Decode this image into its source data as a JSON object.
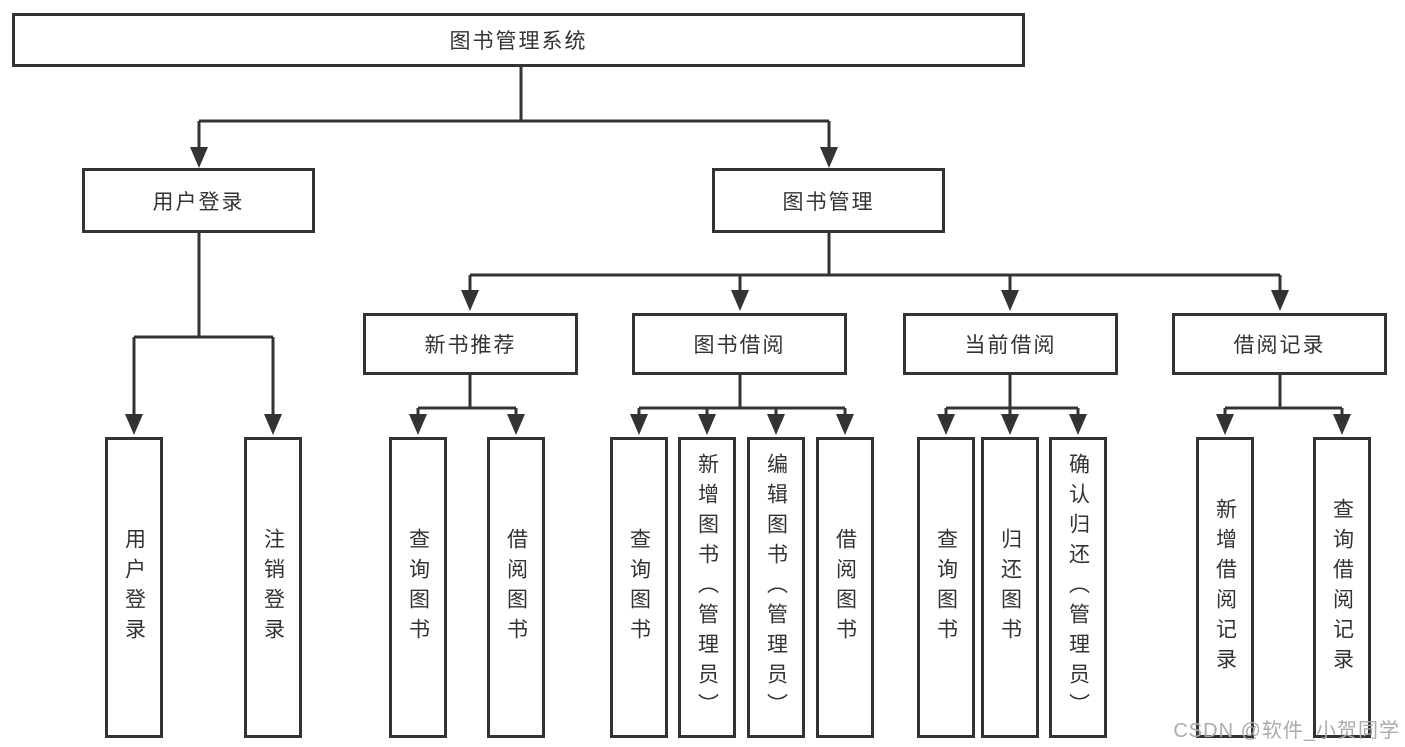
{
  "diagram_title": "图书管理系统",
  "watermark": "CSDN @软件_小贺同学",
  "colors": {
    "line": "#333333",
    "box_border": "#333333",
    "text": "#333333",
    "background": "#ffffff",
    "watermark": "#ababab"
  },
  "tree": {
    "root": {
      "label": "图书管理系统"
    },
    "level1": [
      {
        "label": "用户登录",
        "children": [
          {
            "label": "用户登录"
          },
          {
            "label": "注销登录"
          }
        ]
      },
      {
        "label": "图书管理",
        "groups": [
          {
            "label": "新书推荐",
            "children": [
              {
                "label": "查询图书"
              },
              {
                "label": "借阅图书"
              }
            ]
          },
          {
            "label": "图书借阅",
            "children": [
              {
                "label": "查询图书"
              },
              {
                "label": "新增图书（管理员）"
              },
              {
                "label": "编辑图书（管理员）"
              },
              {
                "label": "借阅图书"
              }
            ]
          },
          {
            "label": "当前借阅",
            "children": [
              {
                "label": "查询图书"
              },
              {
                "label": "归还图书"
              },
              {
                "label": "确认归还（管理员）"
              }
            ]
          },
          {
            "label": "借阅记录",
            "children": [
              {
                "label": "新增借阅记录"
              },
              {
                "label": "查询借阅记录"
              }
            ]
          }
        ]
      }
    ]
  }
}
